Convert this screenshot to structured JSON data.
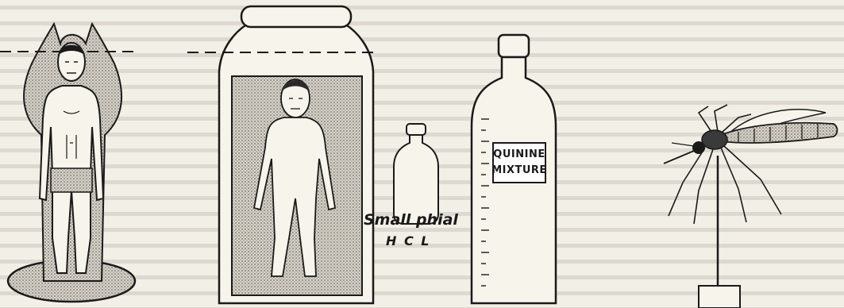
{
  "labels": {
    "small_phial": "Small phial",
    "hcl": "H C L",
    "quinine_line1": "QUININE",
    "quinine_line2": "MIXTURE"
  },
  "colors": {
    "paper": "#f2efe6",
    "ink": "#1a1a1a",
    "shading": "#cfcbc1",
    "page_text_texture": "#c9c5bb"
  },
  "figures": [
    "figure-in-mosquito-net-shadow",
    "figure-in-large-jar",
    "small-phial",
    "quinine-mixture-bottle",
    "mosquito-on-stand"
  ]
}
